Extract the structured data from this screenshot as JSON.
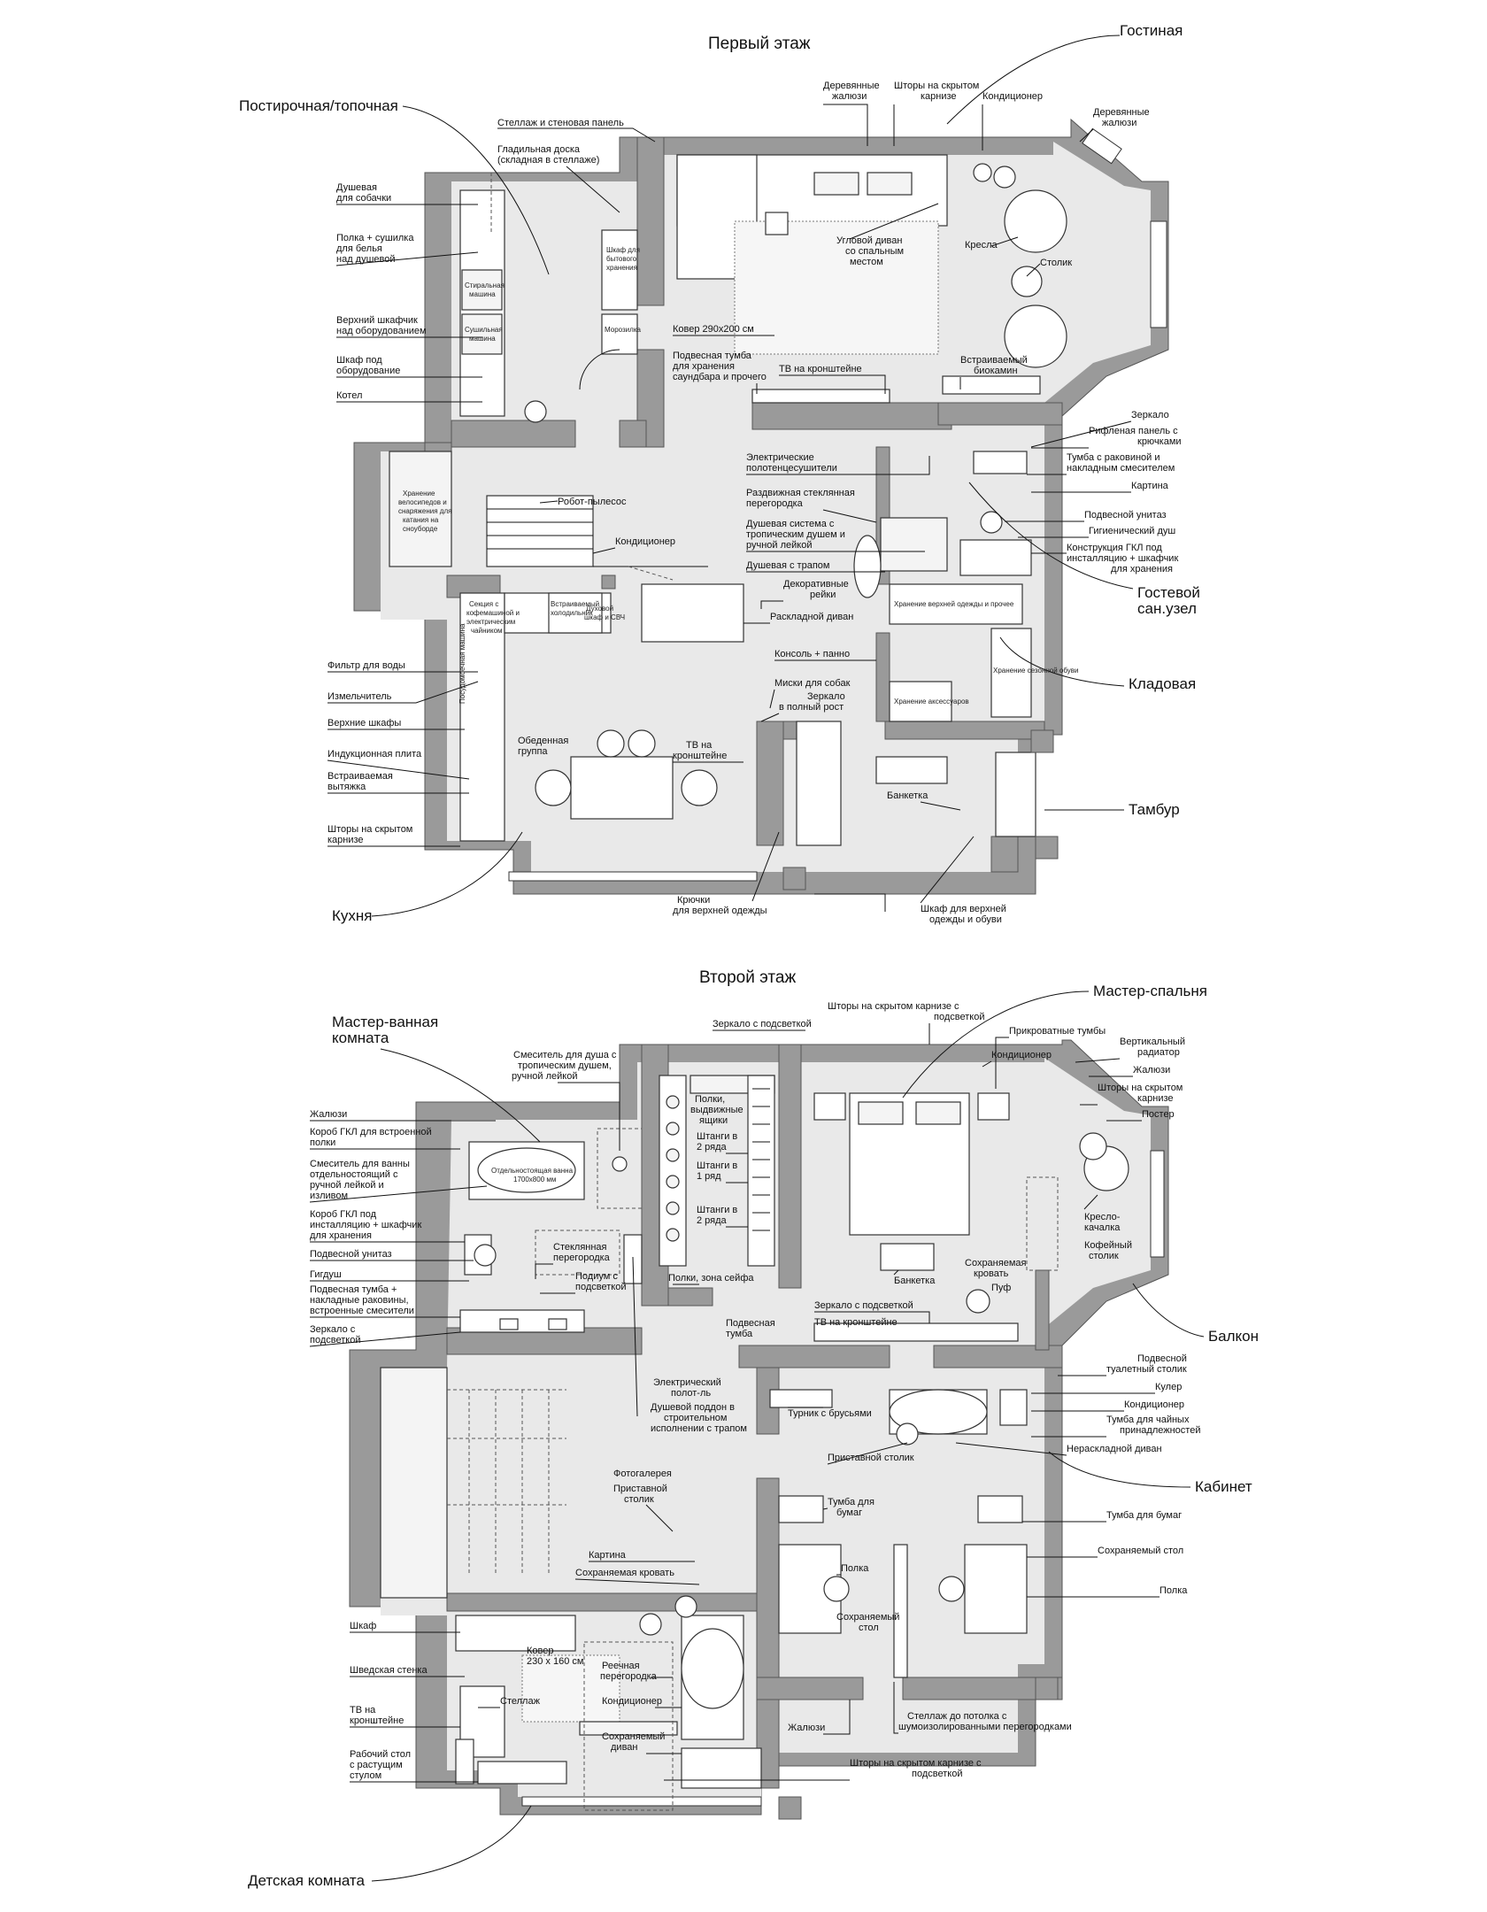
{
  "floors": {
    "first_title": "Первый этаж",
    "second_title": "Второй этаж"
  },
  "rooms_first": {
    "living": "Гостиная",
    "laundry": "Постирочная/топочная",
    "guest_bath_line1": "Гостевой",
    "guest_bath_line2": "сан.узел",
    "pantry": "Кладовая",
    "vestibule": "Тамбур",
    "kitchen": "Кухня"
  },
  "rooms_second": {
    "master_bath_line1": "Мастер-ванная",
    "master_bath_line2": "комната",
    "master_bedroom": "Мастер-спальня",
    "balcony": "Балкон",
    "study": "Кабинет",
    "kids": "Детская комната"
  },
  "labels_first_left": [
    "Стеллаж и стеновая панель",
    "Гладильная доска",
    "(складная в стеллаже)",
    "Душевая",
    "для собачки",
    "Полка + сушилка",
    "для белья",
    "над душевой",
    "Верхний шкафчик",
    "над оборудованием",
    "Шкаф под",
    "оборудование",
    "Котел"
  ],
  "labels_first_top": [
    "Деревянные",
    "жалюзи",
    "Шторы на скрытом",
    "карнизе",
    "Кондиционер",
    "Деревянные",
    "жалюзи"
  ],
  "labels_first_living": [
    "Угловой диван",
    "со спальным",
    "местом",
    "Кресла",
    "Столик",
    "Ковер 290х200 см",
    "Подвесная тумба",
    "для хранения",
    "саундбара и прочего",
    "ТВ на кронштейне",
    "Встраиваемый",
    "биокамин"
  ],
  "labels_first_right": [
    "Зеркало",
    "Рифленая панель с",
    "крючками",
    "Тумба с раковиной и",
    "накладным смесителем",
    "Картина",
    "Подвесной унитаз",
    "Гигиенический душ",
    "Конструкция ГКЛ под",
    "инсталляцию + шкафчик",
    "для хранения"
  ],
  "labels_first_mid": [
    "Электрические",
    "полотенцесушители",
    "Раздвижная стеклянная",
    "перегородка",
    "Душевая система с",
    "тропическим душем и",
    "ручной лейкой",
    "Душевая с трапом",
    "Декоративные",
    "рейки",
    "Раскладной диван",
    "Консоль + панно",
    "Миски для собак",
    "Зеркало",
    "в полный рост",
    "ТВ на",
    "кронштейне",
    "Робот-пылесос",
    "Кондиционер"
  ],
  "labels_first_kitchen": [
    "Фильтр для воды",
    "Измельчитель",
    "Верхние шкафы",
    "Индукционная плита",
    "Встраиваемая",
    "вытяжка",
    "Шторы на скрытом",
    "карнизе",
    "Обеденная",
    "группа"
  ],
  "labels_first_bottom": [
    "Банкетка",
    "Шкаф для верхней",
    "одежды и обуви",
    "Крючки",
    "для верхней одежды"
  ],
  "labels_first_small": [
    "Шкаф для",
    "бытового",
    "хранения",
    "Морозилка",
    "Стиральная",
    "машина",
    "Сушильная",
    "машина",
    "Хранение",
    "велосипедов и",
    "снаряжения для",
    "катания на",
    "сноуборде",
    "Хранение верхней одежды и прочее",
    "Хранение сезонной обуви",
    "Хранение аксессуаров",
    "Секция с",
    "кофемашиной и",
    "электрическим",
    "чайником",
    "Встраиваемый",
    "холодильник",
    "Духовой",
    "шкаф и СВЧ",
    "Посудомоечная машина"
  ],
  "labels_second_left": [
    "Смеситель для душа с",
    "тропическим душем,",
    "ручной лейкой",
    "Жалюзи",
    "Короб ГКЛ для встроенной",
    "полки",
    "Смеситель для ванны",
    "отдельностоящий с",
    "ручной лейкой и",
    "изливом",
    "Короб ГКЛ под",
    "инсталляцию + шкафчик",
    "для хранения",
    "Подвесной унитаз",
    "Гигдуш",
    "Подвесная тумба +",
    "накладные раковины,",
    "встроенные смесители",
    "Зеркало с",
    "подсветкой",
    "Стеклянная",
    "перегородка",
    "Подиум с",
    "подсветкой",
    "Отдельностоящая ванна",
    "1700х800 мм"
  ],
  "labels_second_closet": [
    "Зеркало с подсветкой",
    "Полки,",
    "выдвижные",
    "ящики",
    "Штанги в",
    "2 ряда",
    "Штанги в",
    "1 ряд",
    "Штанги в",
    "2 ряда",
    "Полки, зона сейфа"
  ],
  "labels_second_bedroom": [
    "Шторы на скрытом карнизе с",
    "подсветкой",
    "Прикроватные тумбы",
    "Кондиционер",
    "Вертикальный",
    "радиатор",
    "Жалюзи",
    "Шторы на скрытом",
    "карнизе",
    "Постер",
    "Кресло-",
    "качалка",
    "Кофейный",
    "столик",
    "Банкетка",
    "Сохраняемая",
    "кровать",
    "Пуф",
    "Зеркало с подсветкой",
    "ТВ на кронштейне",
    "Подвесная",
    "тумба"
  ],
  "labels_second_hall": [
    "Электрический",
    "полот-ль",
    "Душевой поддон в",
    "строительном",
    "исполнении с трапом",
    "Турник с брусьями",
    "Фотогалерея",
    "Приставной",
    "столик",
    "Картина",
    "Сохраняемая кровать"
  ],
  "labels_second_study": [
    "Подвесной",
    "туалетный столик",
    "Кулер",
    "Кондиционер",
    "Тумба для чайных",
    "принадлежностей",
    "Нераскладной диван",
    "Приставной столик",
    "Тумба для",
    "бумаг",
    "Полка",
    "Сохраняемый",
    "стол",
    "Тумба для бумаг",
    "Сохраняемый стол",
    "Полка",
    "Стеллаж до потолка с",
    "шумоизолированными перегородками",
    "Жалюзи"
  ],
  "labels_second_kids": [
    "Шкаф",
    "Шведская стенка",
    "Ковер",
    "230 х 160 см",
    "Реечная",
    "перегородка",
    "Кондиционер",
    "Стеллаж",
    "ТВ на",
    "кронштейне",
    "Рабочий стол",
    "с растущим",
    "стулом",
    "Сохраняемый",
    "диван",
    "Шторы на скрытом карнизе с",
    "подсветкой"
  ]
}
